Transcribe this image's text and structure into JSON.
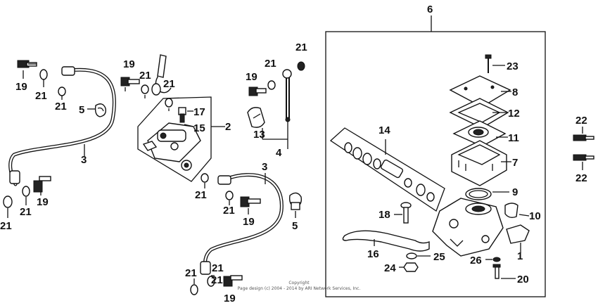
{
  "labels": {
    "l1": "1",
    "l2": "2",
    "l3a": "3",
    "l3b": "3",
    "l4": "4",
    "l5a": "5",
    "l5b": "5",
    "l6": "6",
    "l7": "7",
    "l8": "8",
    "l9": "9",
    "l10": "10",
    "l11": "11",
    "l12": "12",
    "l13": "13",
    "l14": "14",
    "l15": "15",
    "l16": "16",
    "l17": "17",
    "l18": "18",
    "l19a": "19",
    "l19b": "19",
    "l19c": "19",
    "l19d": "19",
    "l19e": "19",
    "l19f": "19",
    "l20": "20",
    "l21a": "21",
    "l21b": "21",
    "l21c": "21",
    "l21d": "21",
    "l21e": "21",
    "l21f": "21",
    "l21g": "21",
    "l21h": "21",
    "l21i": "21",
    "l21j": "21",
    "l21k": "21",
    "l21l": "21",
    "l21m": "21",
    "l22a": "22",
    "l22b": "22",
    "l23": "23",
    "l24": "24",
    "l25": "25",
    "l26": "26"
  },
  "copyright": {
    "line1": "Copyright",
    "line2": "Page design (c) 2004 - 2014 by ARI Network Services, Inc."
  }
}
